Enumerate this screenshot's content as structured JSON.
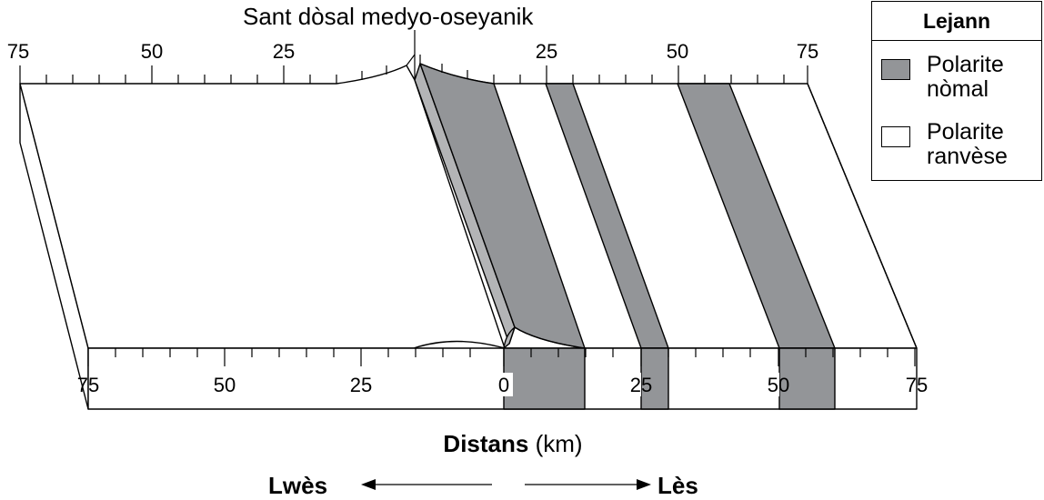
{
  "diagram": {
    "ridge_label": "Sant dòsal medyo-oseyanik",
    "top_scale": {
      "left": [
        "75",
        "50",
        "25"
      ],
      "right": [
        "25",
        "50",
        "75"
      ]
    },
    "bottom_scale": [
      "75",
      "50",
      "25",
      "0",
      "25",
      "50",
      "75"
    ],
    "axis_label_bold": "Distans",
    "axis_label_unit": "(km)",
    "direction_west": "Lwès",
    "direction_east": "Lès"
  },
  "legend": {
    "title": "Lejann",
    "normal_label": "Polarite nòmal",
    "reversed_label": "Polarite ranvèse"
  },
  "colors": {
    "normal_polarity": "#939598",
    "normal_polarity_edge": "#b3b4b6",
    "reversed_polarity": "#ffffff"
  }
}
